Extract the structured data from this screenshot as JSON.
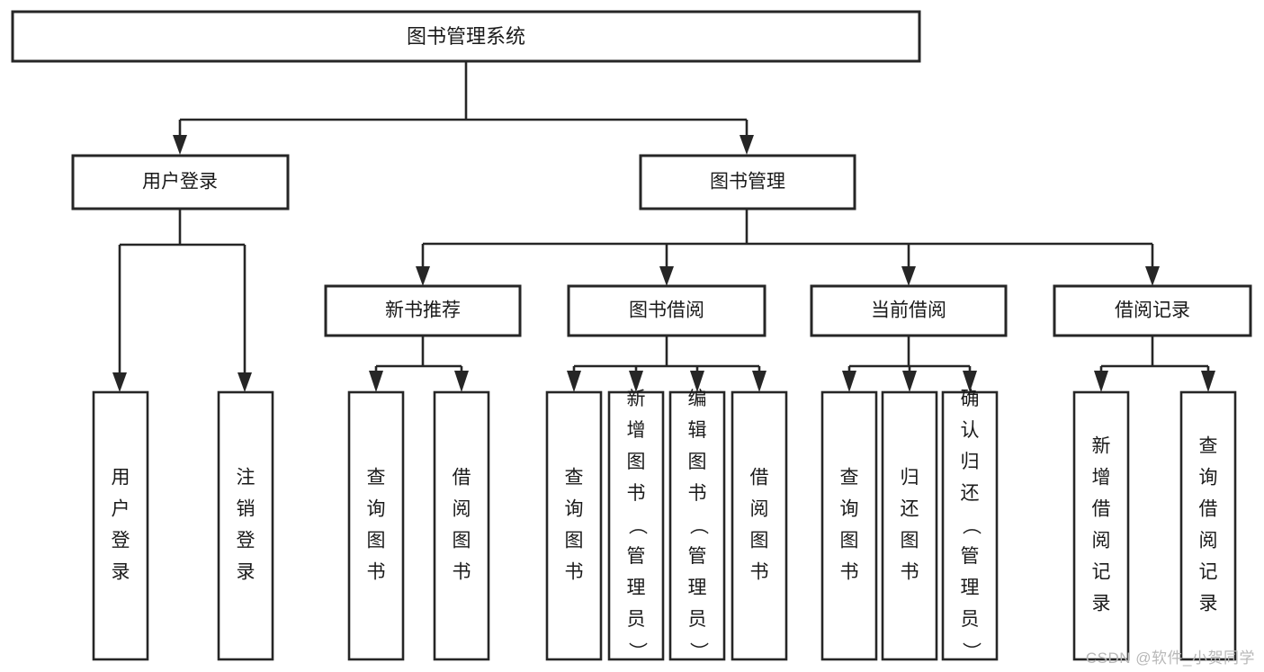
{
  "diagram": {
    "title": "图书管理系统",
    "root": {
      "id": "root",
      "label": "图书管理系统",
      "orientation": "horizontal"
    },
    "level2": [
      {
        "id": "user-login",
        "label": "用户登录",
        "orientation": "horizontal"
      },
      {
        "id": "book-management",
        "label": "图书管理",
        "orientation": "horizontal"
      }
    ],
    "level3": [
      {
        "id": "new-book-recommend",
        "label": "新书推荐",
        "orientation": "horizontal",
        "parent": "book-management"
      },
      {
        "id": "book-borrow",
        "label": "图书借阅",
        "orientation": "horizontal",
        "parent": "book-management"
      },
      {
        "id": "current-borrow",
        "label": "当前借阅",
        "orientation": "horizontal",
        "parent": "book-management"
      },
      {
        "id": "borrow-record",
        "label": "借阅记录",
        "orientation": "horizontal",
        "parent": "book-management"
      }
    ],
    "leaves": {
      "user-login": [
        {
          "id": "leaf-user-login",
          "label": "用户登录",
          "orientation": "vertical"
        },
        {
          "id": "leaf-logout",
          "label": "注销登录",
          "orientation": "vertical"
        }
      ],
      "new-book-recommend": [
        {
          "id": "leaf-query-book-1",
          "label": "查询图书",
          "orientation": "vertical"
        },
        {
          "id": "leaf-borrow-book-1",
          "label": "借阅图书",
          "orientation": "vertical"
        }
      ],
      "book-borrow": [
        {
          "id": "leaf-query-book-2",
          "label": "查询图书",
          "orientation": "vertical"
        },
        {
          "id": "leaf-add-book",
          "label": "新增图书（管理员）",
          "orientation": "vertical"
        },
        {
          "id": "leaf-edit-book",
          "label": "编辑图书（管理员）",
          "orientation": "vertical"
        },
        {
          "id": "leaf-borrow-book-2",
          "label": "借阅图书",
          "orientation": "vertical"
        }
      ],
      "current-borrow": [
        {
          "id": "leaf-query-book-3",
          "label": "查询图书",
          "orientation": "vertical"
        },
        {
          "id": "leaf-return-book",
          "label": "归还图书",
          "orientation": "vertical"
        },
        {
          "id": "leaf-confirm-return",
          "label": "确认归还（管理员）",
          "orientation": "vertical"
        }
      ],
      "borrow-record": [
        {
          "id": "leaf-add-record",
          "label": "新增借阅记录",
          "orientation": "vertical"
        },
        {
          "id": "leaf-query-record",
          "label": "查询借阅记录",
          "orientation": "vertical"
        }
      ]
    }
  },
  "colors": {
    "background": "#ffffff",
    "node_fill": "#ffffff",
    "node_stroke": "#262626",
    "connector": "#262626",
    "text": "#1a1a1a",
    "watermark": "#b8b8b8"
  },
  "watermark": {
    "text": "CSDN @软件_小贺同学"
  }
}
